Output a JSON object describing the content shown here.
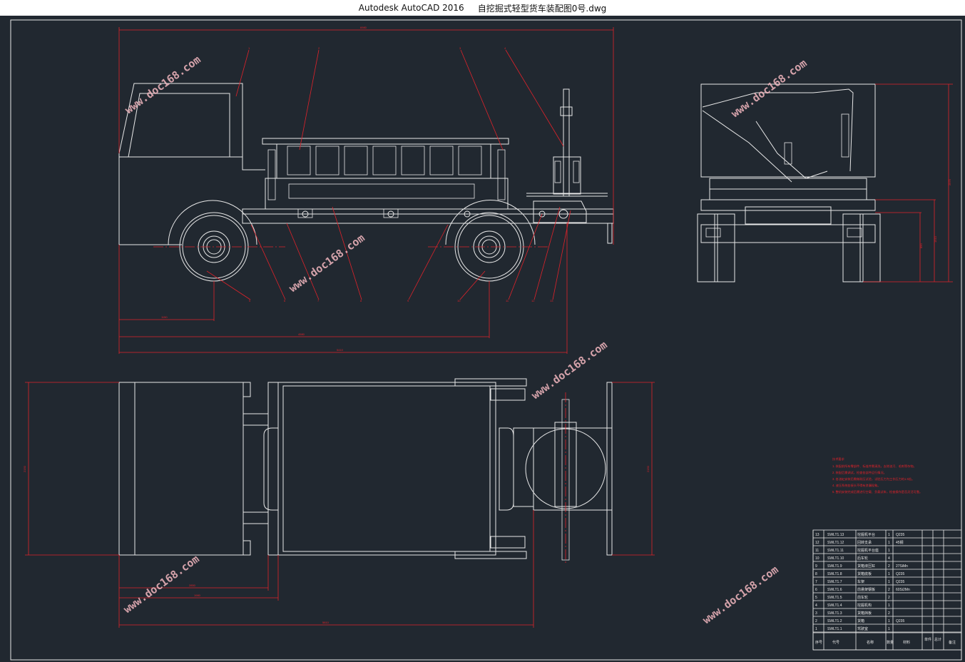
{
  "window": {
    "app": "Autodesk AutoCAD 2016",
    "file": "自挖掘式轻型货车装配图0号.dwg"
  },
  "watermark": "www.doc168.com",
  "dimensions": {
    "overall_length": "6980",
    "front_to_axle": "1150",
    "wheelbase_total": "4580",
    "tail_length": "5410",
    "plan_width": "2150",
    "bucket_width": "2150",
    "plan_a": "2850",
    "plan_b": "1980",
    "plan_total": "5810",
    "height_total": "2575",
    "height_a": "1510",
    "height_b": "890"
  },
  "callouts": [
    "1",
    "2",
    "3",
    "4",
    "5",
    "6",
    "7",
    "8",
    "9",
    "10",
    "11",
    "12",
    "13"
  ],
  "notes": {
    "title": "技术要求",
    "lines": [
      "1. 装配前所有零部件、标准件需清洗，去除油污、毛刺等杂物。",
      "2. 装配后需调试，检查各部件运行情况。",
      "3. 各油缸安装后需做耐压试验，试验压力为工作压力的1.5倍。",
      "4. 液压系统各接头不得有渗漏现象。",
      "5. 整机安装完成后需进行空载、负载试车，检查操作是否灵活可靠。"
    ]
  },
  "bom": {
    "headers": [
      "序号",
      "代号",
      "名称",
      "数量",
      "材料",
      "单件",
      "总计",
      "备注"
    ],
    "rows": [
      [
        "13",
        "SWLT1.13",
        "挖掘机平台",
        "1",
        "Q235"
      ],
      [
        "12",
        "SWLT1.12",
        "回转支承",
        "1",
        "45钢"
      ],
      [
        "11",
        "SWLT1.11",
        "挖掘机平台座",
        "1",
        ""
      ],
      [
        "10",
        "SWLT1.10",
        "后车轮",
        "4",
        ""
      ],
      [
        "9",
        "SWLT1.9",
        "货箱液压缸",
        "2",
        "27SiMn"
      ],
      [
        "8",
        "SWLT1.8",
        "货箱底板",
        "1",
        "Q235"
      ],
      [
        "7",
        "SWLT1.7",
        "车架",
        "1",
        "Q235"
      ],
      [
        "6",
        "SWLT1.6",
        "前悬架钢板",
        "2",
        "60Si2Mn"
      ],
      [
        "5",
        "SWLT1.5",
        "前车轮",
        "2",
        ""
      ],
      [
        "4",
        "SWLT1.4",
        "挖掘机构",
        "1",
        ""
      ],
      [
        "3",
        "SWLT1.3",
        "货箱挡板",
        "2",
        ""
      ],
      [
        "2",
        "SWLT1.2",
        "货箱",
        "1",
        "Q235"
      ],
      [
        "1",
        "SWLT1.1",
        "驾驶室",
        "1",
        ""
      ]
    ]
  }
}
